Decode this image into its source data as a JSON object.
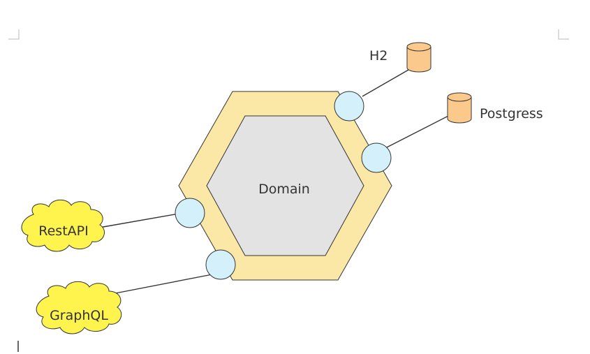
{
  "diagram": {
    "core": {
      "label": "Domain"
    },
    "databases": [
      {
        "id": "h2",
        "label": "H2"
      },
      {
        "id": "postgress",
        "label": "Postgress"
      }
    ],
    "clients": [
      {
        "id": "restapi",
        "label": "RestAPI"
      },
      {
        "id": "graphql",
        "label": "GraphQL"
      }
    ],
    "colors": {
      "outer_hexagon": "#fbe8a6",
      "inner_hexagon": "#e3e3e3",
      "port": "#d4f1fb",
      "database": "#fbc98c",
      "cloud": "#fff44e",
      "stroke": "#333333"
    }
  }
}
